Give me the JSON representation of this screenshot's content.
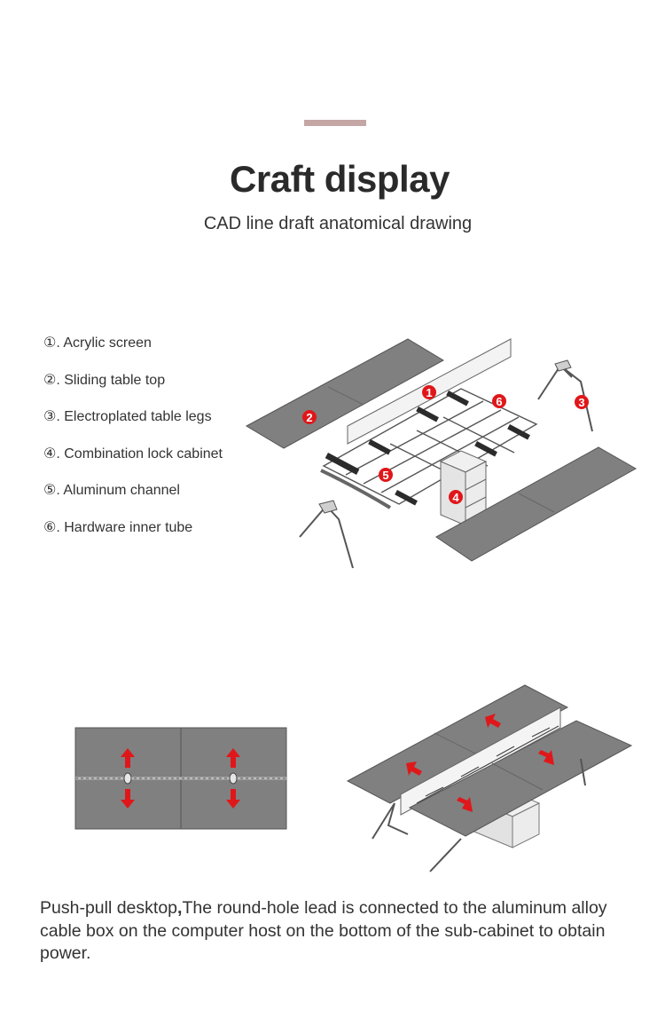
{
  "header": {
    "title": "Craft display",
    "subtitle": "CAD line draft anatomical drawing"
  },
  "legend": [
    {
      "marker": "①",
      "label": ". Acrylic screen"
    },
    {
      "marker": "②",
      "label": ". Sliding table top"
    },
    {
      "marker": "③",
      "label": ". Electroplated table legs"
    },
    {
      "marker": "④",
      "label": ". Combination lock cabinet"
    },
    {
      "marker": "⑤",
      "label": ". Aluminum channel"
    },
    {
      "marker": "⑥",
      "label": ". Hardware inner tube"
    }
  ],
  "callouts": [
    "1",
    "2",
    "3",
    "4",
    "5",
    "6"
  ],
  "description": {
    "lead": "Push-pull desktop",
    "separator": ",",
    "body": "The round-hole lead is connected to the aluminum alloy cable box on the computer host on the bottom of the sub-cabinet to obtain power."
  },
  "colors": {
    "accent_bar": "#c4a6a4",
    "panel": "#808080",
    "arrow": "#e0171a",
    "badge": "#e0171a",
    "text": "#333333"
  }
}
